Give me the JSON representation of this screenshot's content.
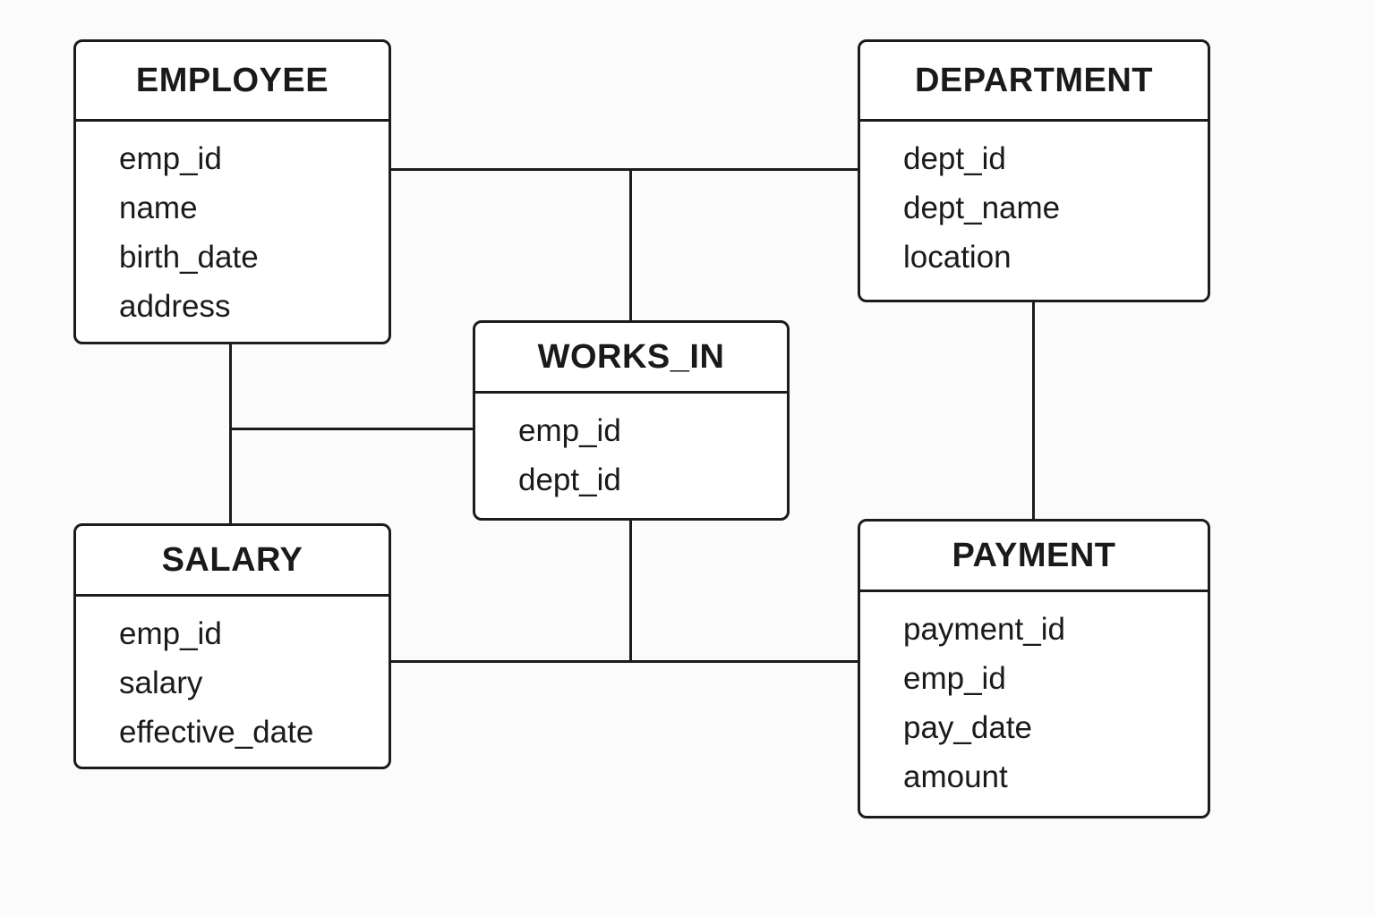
{
  "diagram": {
    "type": "entity-relationship-diagram",
    "background_color": "#fbfbfb",
    "box_fill_color": "#ffffff",
    "line_color": "#1c1c1c",
    "text_color": "#1a1a1a"
  },
  "entities": {
    "employee": {
      "title": "EMPLOYEE",
      "fields": [
        "emp_id",
        "name",
        "birth_date",
        "address"
      ]
    },
    "department": {
      "title": "DEPARTMENT",
      "fields": [
        "dept_id",
        "dept_name",
        "location"
      ]
    },
    "works_in": {
      "title": "WORKS_IN",
      "fields": [
        "emp_id",
        "dept_id"
      ]
    },
    "salary": {
      "title": "SALARY",
      "fields": [
        "emp_id",
        "salary",
        "effective_date"
      ]
    },
    "payment": {
      "title": "PAYMENT",
      "fields": [
        "payment_id",
        "emp_id",
        "pay_date",
        "amount"
      ]
    }
  },
  "connections": [
    {
      "from": "EMPLOYEE",
      "to": "DEPARTMENT",
      "style": "orthogonal"
    },
    {
      "from": "WORKS_IN",
      "to": "EMPLOYEE-DEPARTMENT link",
      "style": "orthogonal"
    },
    {
      "from": "EMPLOYEE",
      "to": "SALARY",
      "style": "orthogonal"
    },
    {
      "from": "EMPLOYEE-SALARY link",
      "to": "WORKS_IN",
      "style": "orthogonal"
    },
    {
      "from": "DEPARTMENT",
      "to": "PAYMENT",
      "style": "orthogonal"
    },
    {
      "from": "SALARY",
      "to": "PAYMENT",
      "style": "orthogonal"
    },
    {
      "from": "WORKS_IN",
      "to": "SALARY-PAYMENT link",
      "style": "orthogonal"
    }
  ]
}
